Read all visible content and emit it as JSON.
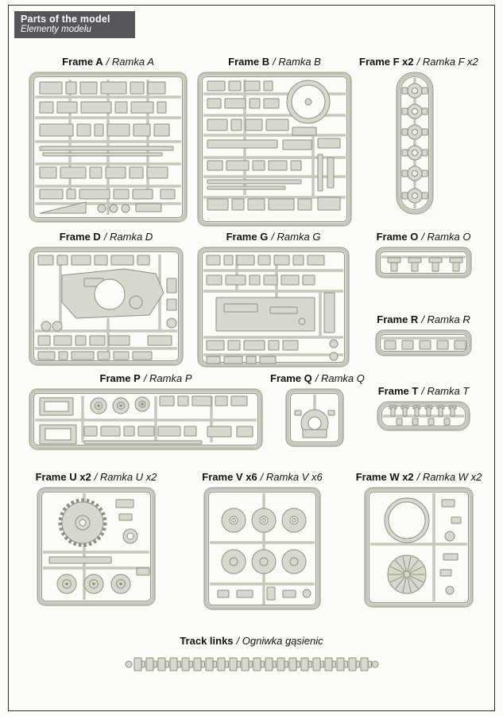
{
  "header": {
    "title": "Parts of the model",
    "subtitle": "Elementy modelu"
  },
  "frames": {
    "a": {
      "name": "Frame A",
      "alt": "/ Ramka A"
    },
    "b": {
      "name": "Frame B",
      "alt": "/ Ramka B"
    },
    "f": {
      "name": "Frame F x2",
      "alt": "/ Ramka F x2"
    },
    "d": {
      "name": "Frame D",
      "alt": "/ Ramka D"
    },
    "g": {
      "name": "Frame G",
      "alt": "/ Ramka G"
    },
    "o": {
      "name": "Frame O",
      "alt": "/ Ramka O"
    },
    "r": {
      "name": "Frame R",
      "alt": "/ Ramka R"
    },
    "t": {
      "name": "Frame T",
      "alt": "/ Ramka T"
    },
    "p": {
      "name": "Frame P",
      "alt": "/ Ramka P"
    },
    "q": {
      "name": "Frame Q",
      "alt": "/ Ramka Q"
    },
    "u": {
      "name": "Frame U x2",
      "alt": "/ Ramka U x2"
    },
    "v": {
      "name": "Frame V x6",
      "alt": "/ Ramka V x6"
    },
    "w": {
      "name": "Frame W x2",
      "alt": "/ Ramka W x2"
    }
  },
  "track_links": {
    "name": "Track links",
    "alt": "/ Ogniwka gąsienic"
  },
  "colors": {
    "header_bg": "#56565a",
    "page_bg": "#fcfcf9",
    "page_border": "#2e2e2e",
    "sprue_fill": "#d8d8ce",
    "sprue_stroke": "#8e8e82",
    "runner": "#c7c7bc",
    "edge": "#94948a"
  }
}
